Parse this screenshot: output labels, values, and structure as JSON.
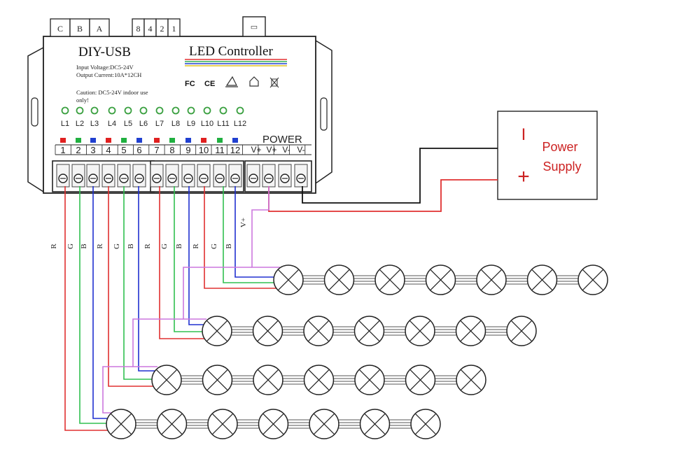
{
  "controller": {
    "switch_labels": [
      "C",
      "B",
      "A"
    ],
    "dip_labels": [
      "8",
      "4",
      "2",
      "1"
    ],
    "usb_glyph": "▭",
    "model": "DIY-USB",
    "title": "LED Controller",
    "input_voltage": "Input Voltage:DC5-24V",
    "output_current": "Output Current:10A*12CH",
    "caution_line1": "Caution: DC5-24V indoor use",
    "caution_line2": "only!",
    "cert_marks": [
      "FC",
      "CE",
      "RoHS",
      "home",
      "bin"
    ],
    "led_labels": [
      "L1",
      "L2",
      "L3",
      "L4",
      "L5",
      "L6",
      "L7",
      "L8",
      "L9",
      "L10",
      "L11",
      "L12"
    ],
    "channel_numbers": [
      "1",
      "2",
      "3",
      "4",
      "5",
      "6",
      "7",
      "8",
      "9",
      "10",
      "11",
      "12"
    ],
    "channel_colors": [
      "#e02020",
      "#20b040",
      "#2040d0",
      "#e02020",
      "#20b040",
      "#2040d0",
      "#e02020",
      "#20b040",
      "#2040d0",
      "#e02020",
      "#20b040",
      "#2040d0"
    ],
    "power_label": "POWER",
    "power_terminals": [
      "V+",
      "V+",
      "V-",
      "V-"
    ]
  },
  "power_supply": {
    "minus_symbol": "I",
    "plus_symbol": "+",
    "label_line1": "Power",
    "label_line2": "Supply"
  },
  "wire_labels": [
    "R",
    "G",
    "B",
    "R",
    "G",
    "B",
    "R",
    "G",
    "B",
    "R",
    "G",
    "B",
    "V+"
  ],
  "colors": {
    "red": "#e03030",
    "green": "#30c050",
    "blue": "#2030d0",
    "violet": "#cc77dd",
    "black": "#111111",
    "supply_text": "#cc2222"
  }
}
